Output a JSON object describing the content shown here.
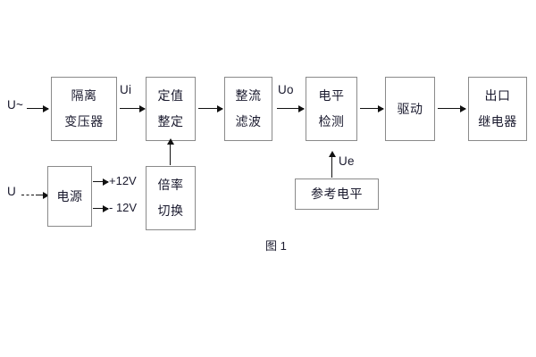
{
  "figure": {
    "caption": "图 1",
    "accent_color": "#1a1a2e",
    "border_color": "#8a8a8a",
    "line_color": "#111111"
  },
  "inputs": {
    "ac_source": "U~",
    "dc_source": "U"
  },
  "signals": {
    "ui": "Ui",
    "uo": "Uo",
    "ue": "Ue",
    "rail_positive": "+12V",
    "rail_negative": "- 12V"
  },
  "blocks": {
    "isolation_transformer": {
      "line1": "隔离",
      "line2": "变压器"
    },
    "setting_value": {
      "line1": "定值",
      "line2": "整定"
    },
    "rectify_filter": {
      "line1": "整流",
      "line2": "滤波"
    },
    "level_detect": {
      "line1": "电平",
      "line2": "检测"
    },
    "drive": {
      "line1": "驱动"
    },
    "output_relay": {
      "line1": "出口",
      "line2": "继电器"
    },
    "power_supply": {
      "line1": "电源"
    },
    "multiplier_switch": {
      "line1": "倍率",
      "line2": "切换"
    },
    "reference_level": {
      "line1": "参考电平"
    }
  }
}
